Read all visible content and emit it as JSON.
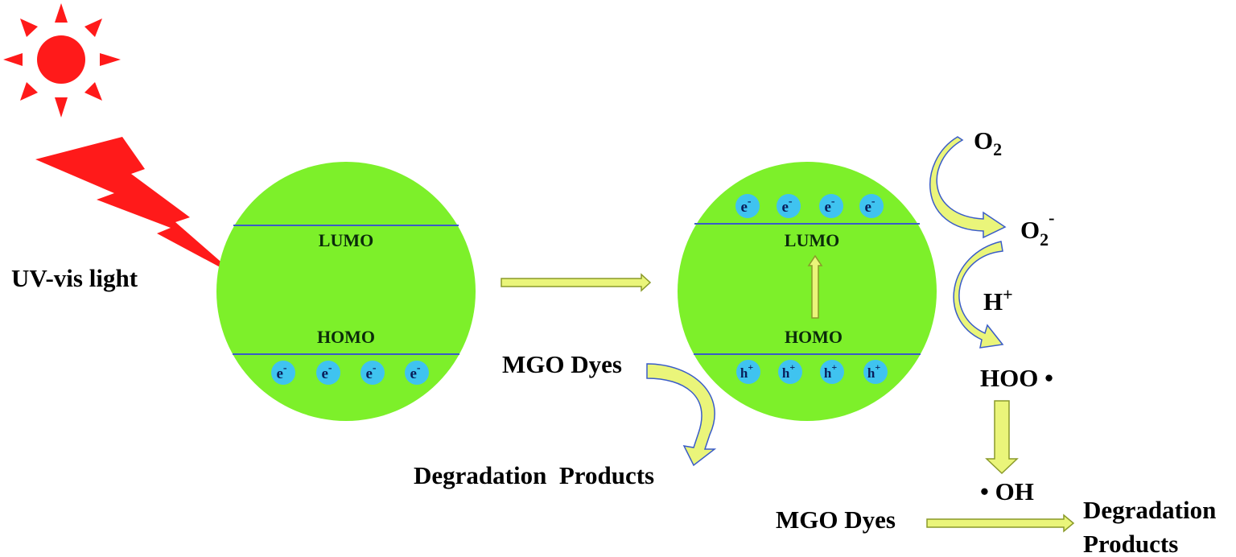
{
  "light": {
    "label": "UV-vis light",
    "sun_color": "#ff1a1a",
    "bolt_color": "#ff1a1a"
  },
  "particle_left": {
    "lumo": "LUMO",
    "homo": "HOMO",
    "carriers": [
      "e",
      "e",
      "e",
      "e"
    ],
    "carrier_sup": "-"
  },
  "particle_right": {
    "lumo": "LUMO",
    "homo": "HOMO",
    "electrons": [
      "e",
      "e",
      "e",
      "e"
    ],
    "electron_sup": "-",
    "holes": [
      "h",
      "h",
      "h",
      "h"
    ],
    "hole_sup": "+"
  },
  "middle": {
    "dyes": "MGO Dyes",
    "products": "Degradation  Products"
  },
  "chain": {
    "o2": "O",
    "o2_sub": "2",
    "o2_radical": "O",
    "o2_radical_sub": "2",
    "o2_radical_sup": "-",
    "h_plus": "H",
    "h_plus_sup": "+",
    "hoo": "HOO •",
    "oh": "• OH",
    "dyes": "MGO Dyes",
    "products_line1": "Degradation",
    "products_line2": "Products"
  },
  "colors": {
    "particle": "#7df02a",
    "band_line": "#3a5cc8",
    "carrier_fill": "#3fc3f0",
    "arrow_fill": "#eaf57a",
    "arrow_stroke": "#8a9a2a"
  }
}
